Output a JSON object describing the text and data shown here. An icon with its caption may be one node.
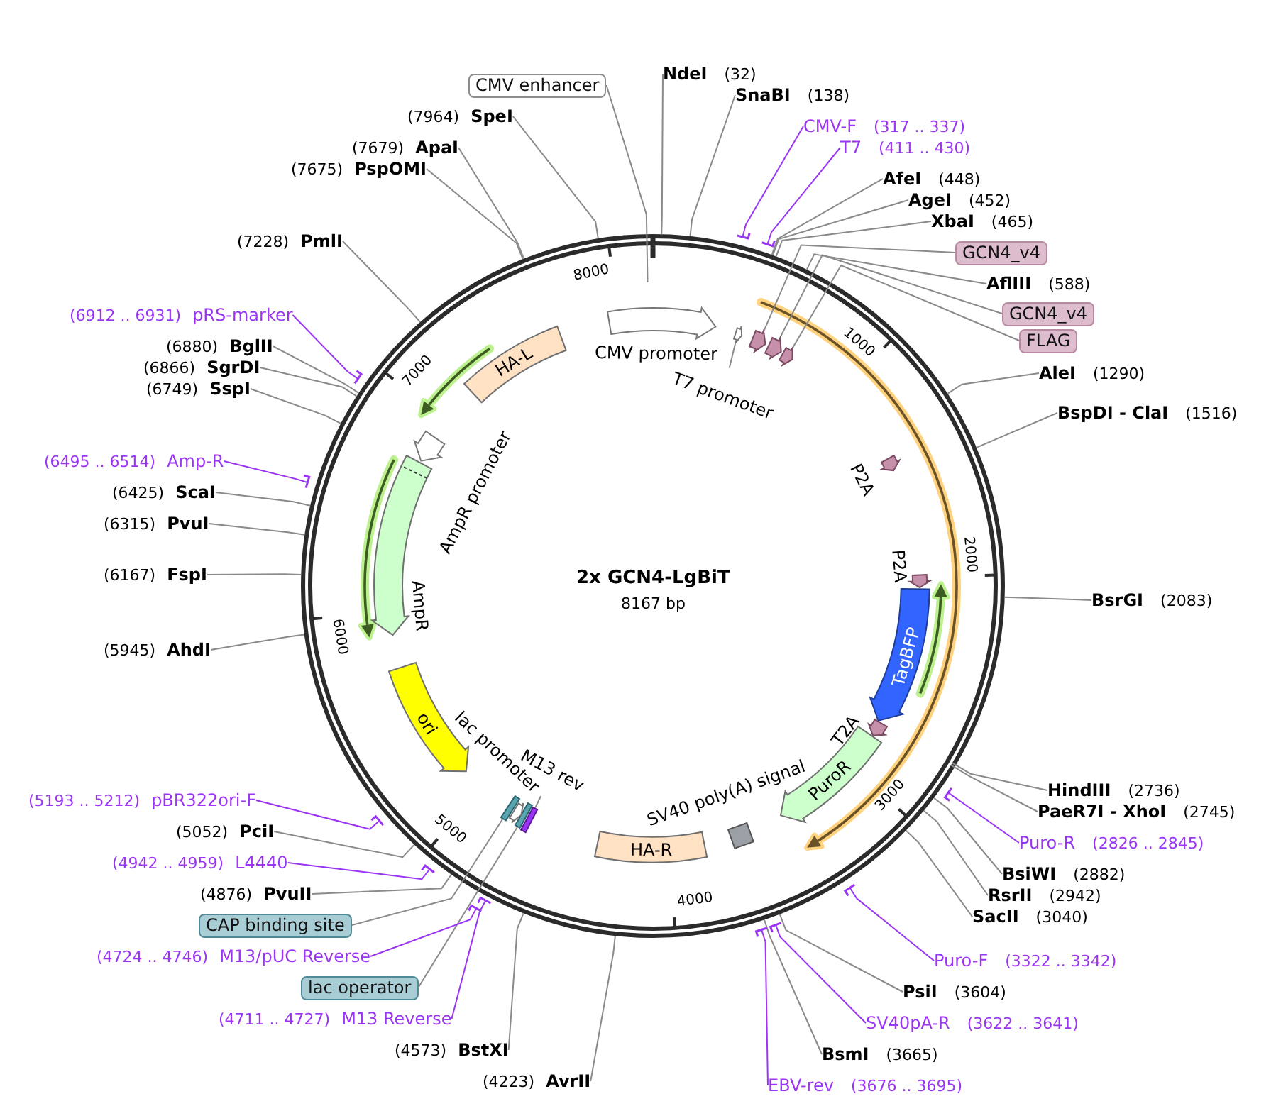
{
  "diagram": {
    "title": "2x GCN4-LgBiT",
    "nodes": [
      {
        "text": [
          "CMV enhancer"
        ]
      },
      {
        "text": [
          "NdeI",
          "(32)"
        ]
      },
      {
        "text": [
          "SnaBI",
          "(138)"
        ]
      },
      {
        "text": [
          "CMV-F",
          "(317 .. 337)"
        ]
      },
      {
        "text": [
          "T7",
          "(411 .. 430)"
        ]
      },
      {
        "text": [
          "AfeI",
          "(448)"
        ]
      },
      {
        "text": [
          "AgeI",
          "(452)"
        ]
      },
      {
        "text": [
          "XbaI",
          "(465)"
        ]
      },
      {
        "text": [
          "GCN4_v4"
        ]
      },
      {
        "text": [
          "AflIII",
          "(588)"
        ]
      },
      {
        "text": [
          "GCN4_v4"
        ]
      },
      {
        "text": [
          "FLAG"
        ]
      },
      {
        "text": [
          "AleI",
          "(1290)"
        ]
      },
      {
        "text": [
          "BspDI - ClaI",
          "(1516)"
        ]
      },
      {
        "text": [
          "BsrGI",
          "(2083)"
        ]
      },
      {
        "text": [
          "HindIII",
          "(2736)"
        ]
      },
      {
        "text": [
          "PaeR7I - XhoI",
          "(2745)"
        ]
      },
      {
        "text": [
          "Puro-R",
          "(2826 .. 2845)"
        ]
      },
      {
        "text": [
          "BsiWI",
          "(2882)"
        ]
      },
      {
        "text": [
          "RsrII",
          "(2942)"
        ]
      },
      {
        "text": [
          "SacII",
          "(3040)"
        ]
      },
      {
        "text": [
          "Puro-F",
          "(3322 .. 3342)"
        ]
      },
      {
        "text": [
          "PsiI",
          "(3604)"
        ]
      },
      {
        "text": [
          "SV40pA-R",
          "(3622 .. 3641)"
        ]
      },
      {
        "text": [
          "BsmI",
          "(3665)"
        ]
      },
      {
        "text": [
          "EBV-rev",
          "(3676 .. 3695)"
        ]
      },
      {
        "text": [
          "(4223)",
          "AvrII"
        ]
      },
      {
        "text": [
          "(4573)",
          "BstXI"
        ]
      },
      {
        "text": [
          "(4711 .. 4727)",
          "M13 Reverse"
        ]
      },
      {
        "text": [
          "lac operator"
        ]
      },
      {
        "text": [
          "(4724 .. 4746)",
          "M13/pUC Reverse"
        ]
      },
      {
        "text": [
          "CAP binding site"
        ]
      },
      {
        "text": [
          "(4876)",
          "PvuII"
        ]
      },
      {
        "text": [
          "(4942 .. 4959)",
          "L4440"
        ]
      },
      {
        "text": [
          "(5052)",
          "PciI"
        ]
      },
      {
        "text": [
          "(5193 .. 5212)",
          "pBR322ori-F"
        ]
      },
      {
        "text": [
          "(5945)",
          "AhdI"
        ]
      },
      {
        "text": [
          "(6167)",
          "FspI"
        ]
      },
      {
        "text": [
          "(6315)",
          "PvuI"
        ]
      },
      {
        "text": [
          "(6425)",
          "ScaI"
        ]
      },
      {
        "text": [
          "(6495 .. 6514)",
          "Amp-R"
        ]
      },
      {
        "text": [
          "(6749)",
          "SspI"
        ]
      },
      {
        "text": [
          "(6866)",
          "SgrDI"
        ]
      },
      {
        "text": [
          "(6880)",
          "BglII"
        ]
      },
      {
        "text": [
          "(6912 .. 6931)",
          "pRS-marker"
        ]
      },
      {
        "text": [
          "(7228)",
          "PmlI"
        ]
      },
      {
        "text": [
          "(7675)",
          "PspOMI"
        ]
      },
      {
        "text": [
          "(7679)",
          "ApaI"
        ]
      },
      {
        "text": [
          "(7964)",
          "SpeI"
        ]
      },
      {
        "text": [],
        "shape": "arrow",
        "beside": [
          "CMV promoter"
        ]
      },
      {
        "text": [
          "T7 promoter"
        ]
      },
      {
        "text": [],
        "shape": "arrow"
      },
      {
        "text": [],
        "shape": "arrow"
      },
      {
        "text": [],
        "shape": "arrow"
      },
      {
        "text": [],
        "shape": "arrow"
      },
      {
        "text": [],
        "shape": "arrow",
        "beside": [
          "P2A"
        ]
      },
      {
        "text": [],
        "shape": "arrow",
        "beside": [
          "P2A"
        ]
      },
      {
        "text": [
          "TagBFP"
        ]
      },
      {
        "text": [],
        "shape": "arrow",
        "beside": [
          "T2A"
        ]
      },
      {
        "text": [
          "PuroR"
        ]
      },
      {
        "text": [],
        "shape": "box",
        "beside": [
          "SV40 poly(A) signal"
        ]
      },
      {
        "text": [
          "HA-R"
        ]
      },
      {
        "text": [
          "M13 rev"
        ]
      },
      {
        "text": [],
        "shape": "bar"
      },
      {
        "text": [],
        "shape": "bar"
      },
      {
        "text": [],
        "shape": "arrow"
      },
      {
        "text": [],
        "shape": "bar"
      },
      {
        "text": [
          "ori"
        ]
      },
      {
        "text": [],
        "shape": "arrow",
        "beside": [
          "AmpR"
        ]
      },
      {
        "text": [],
        "shape": "arrow",
        "beside": [
          "AmpR promoter"
        ]
      },
      {
        "text": [
          "HA-L"
        ]
      }
    ],
    "edges": [
      {
        "from": 0,
        "to": null,
        "arrow": "none"
      },
      {
        "from": 1,
        "to": null,
        "arrow": "none"
      },
      {
        "from": 2,
        "to": null,
        "arrow": "none"
      },
      {
        "from": 3,
        "to": null,
        "arrow": "other",
        "color": "#9b35f5"
      },
      {
        "from": 4,
        "to": null,
        "arrow": "other",
        "color": "#9b35f5"
      },
      {
        "from": 5,
        "to": null,
        "arrow": "none"
      },
      {
        "from": 6,
        "to": null,
        "arrow": "none"
      },
      {
        "from": 7,
        "to": null,
        "arrow": "none"
      },
      {
        "from": 8,
        "to": 52,
        "arrow": "none"
      },
      {
        "from": 9,
        "to": null,
        "arrow": "none"
      },
      {
        "from": 10,
        "to": 53,
        "arrow": "none"
      },
      {
        "from": 11,
        "to": 54,
        "arrow": "none"
      },
      {
        "from": 12,
        "to": null,
        "arrow": "none"
      },
      {
        "from": 13,
        "to": null,
        "arrow": "none"
      },
      {
        "from": 14,
        "to": null,
        "arrow": "none"
      },
      {
        "from": 15,
        "to": null,
        "arrow": "none"
      },
      {
        "from": 16,
        "to": null,
        "arrow": "none"
      },
      {
        "from": 17,
        "to": null,
        "arrow": "other",
        "color": "#9b35f5"
      },
      {
        "from": 18,
        "to": null,
        "arrow": "none"
      },
      {
        "from": 19,
        "to": null,
        "arrow": "none"
      },
      {
        "from": 20,
        "to": null,
        "arrow": "none"
      },
      {
        "from": 21,
        "to": null,
        "arrow": "other",
        "color": "#9b35f5"
      },
      {
        "from": 22,
        "to": null,
        "arrow": "none"
      },
      {
        "from": 23,
        "to": null,
        "arrow": "other",
        "color": "#9b35f5"
      },
      {
        "from": 24,
        "to": null,
        "arrow": "none"
      },
      {
        "from": 25,
        "to": null,
        "arrow": "other",
        "color": "#9b35f5"
      },
      {
        "from": 26,
        "to": null,
        "arrow": "none"
      },
      {
        "from": 27,
        "to": null,
        "arrow": "none"
      },
      {
        "from": 28,
        "to": null,
        "arrow": "other",
        "color": "#9b35f5"
      },
      {
        "from": 29,
        "to": 64,
        "arrow": "none"
      },
      {
        "from": 30,
        "to": null,
        "arrow": "other",
        "color": "#9b35f5"
      },
      {
        "from": 31,
        "to": 66,
        "arrow": "none"
      },
      {
        "from": 32,
        "to": null,
        "arrow": "none"
      },
      {
        "from": 33,
        "to": null,
        "arrow": "other",
        "color": "#9b35f5"
      },
      {
        "from": 34,
        "to": null,
        "arrow": "none"
      },
      {
        "from": 35,
        "to": null,
        "arrow": "other",
        "color": "#9b35f5"
      },
      {
        "from": 36,
        "to": null,
        "arrow": "none"
      },
      {
        "from": 37,
        "to": null,
        "arrow": "none"
      },
      {
        "from": 38,
        "to": null,
        "arrow": "none"
      },
      {
        "from": 39,
        "to": null,
        "arrow": "none"
      },
      {
        "from": 40,
        "to": null,
        "arrow": "other",
        "color": "#9b35f5"
      },
      {
        "from": 41,
        "to": null,
        "arrow": "none"
      },
      {
        "from": 42,
        "to": null,
        "arrow": "none"
      },
      {
        "from": 43,
        "to": null,
        "arrow": "none"
      },
      {
        "from": 44,
        "to": null,
        "arrow": "other",
        "color": "#9b35f5"
      },
      {
        "from": 45,
        "to": null,
        "arrow": "none"
      },
      {
        "from": 46,
        "to": null,
        "arrow": "none"
      },
      {
        "from": 47,
        "to": null,
        "arrow": "none"
      },
      {
        "from": 48,
        "to": null,
        "arrow": "none"
      },
      {
        "from": 50,
        "to": 51,
        "arrow": "none"
      },
      {
        "from": 62,
        "to": 63,
        "arrow": "none"
      }
    ],
    "labels": [
      "8167 bp",
      "lac promoter",
      "1000",
      "2000",
      "3000",
      "4000",
      "5000",
      "6000",
      "7000",
      "8000"
    ]
  }
}
